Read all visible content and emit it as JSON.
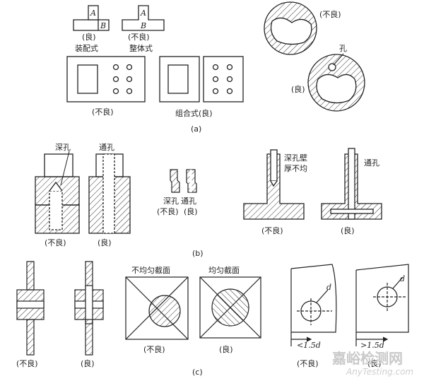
{
  "panel_a": {
    "caption": "(a)",
    "t1_letter_top": "A",
    "t1_letter_bottom": "B",
    "t1_note": "(良)",
    "t1_label": "装配式",
    "t2_letter_top": "A",
    "t2_letter_bottom": "B",
    "t2_note": "(不良)",
    "t2_label": "整体式",
    "plate1_note": "(不良)",
    "plate2_note": "组合式(良)",
    "ring1_note": "(不良)",
    "ring2_hole": "孔",
    "ring2_note": "(良)"
  },
  "panel_b": {
    "caption": "(b)",
    "deep_hole": "深孔",
    "through_hole": "通孔",
    "left_bad": "(不良)",
    "left_good": "(良)",
    "small_deep": "深孔",
    "small_through": "通孔",
    "small_bad": "(不良)",
    "small_good": "(良)",
    "uneven_wall_1": "深孔壁",
    "uneven_wall_2": "厚不均",
    "right_through": "通孔",
    "right_bad": "(不良)",
    "right_good": "(良)"
  },
  "panel_c": {
    "caption": "(c)",
    "shaft_bad": "(不良)",
    "shaft_good": "(良)",
    "uneven_section": "不均匀截面",
    "even_section": "均匀截面",
    "sec_bad": "(不良)",
    "sec_good": "(良)",
    "dim_d": "d",
    "dim_small": "<1.5d",
    "dim_large": ">1.5d",
    "edge_bad": "(不良)",
    "edge_good": "(良)"
  },
  "watermark": {
    "cn": "嘉峪检测网",
    "en": "AnyTesting.com"
  }
}
